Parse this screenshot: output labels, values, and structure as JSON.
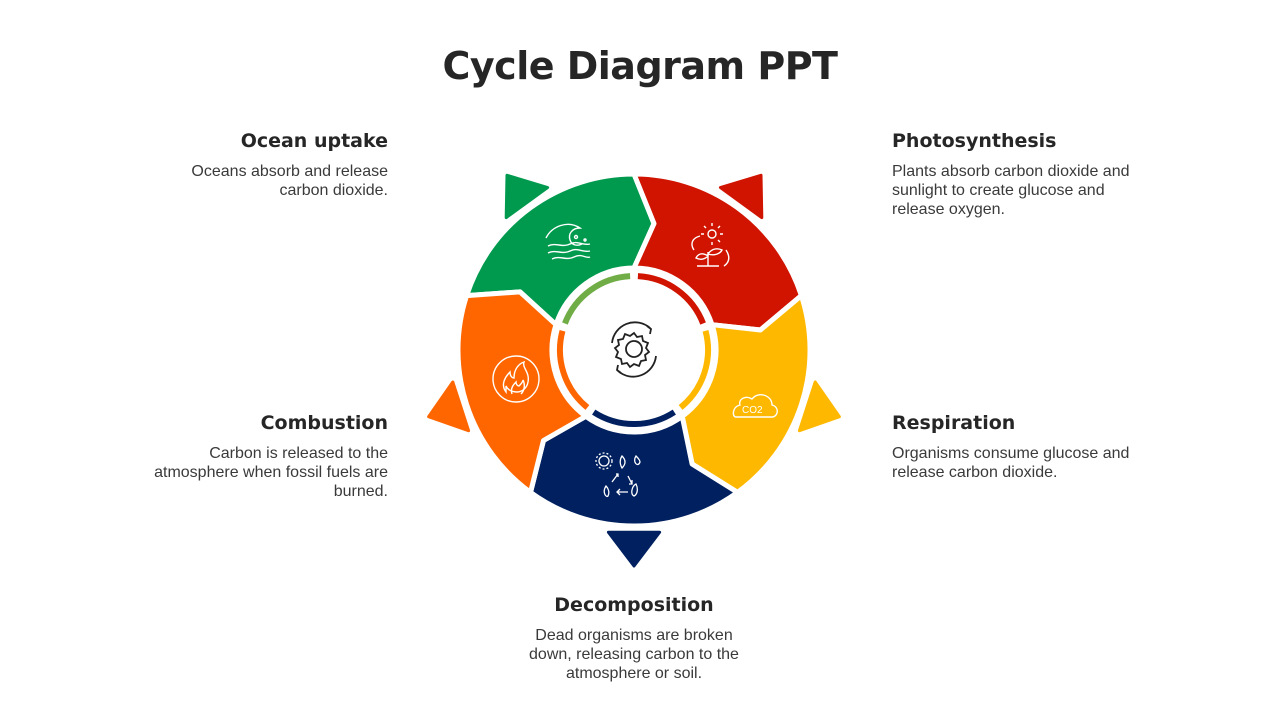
{
  "title": "Cycle Diagram PPT",
  "colors": {
    "ocean": "#009a4e",
    "photo": "#d01400",
    "resp": "#ffb800",
    "decomp": "#002060",
    "combust": "#ff6600",
    "ring_green": "#70ad47"
  },
  "stages": [
    {
      "key": "ocean",
      "heading": "Ocean uptake",
      "text": "Oceans absorb and release carbon dioxide.",
      "icon": "ocean-wave-icon",
      "color": "#009a4e",
      "ring": "#70ad47"
    },
    {
      "key": "photo",
      "heading": "Photosynthesis",
      "text": "Plants absorb carbon dioxide and sunlight to create glucose and release oxygen.",
      "icon": "plant-sun-icon",
      "color": "#d01400",
      "ring": "#d01400"
    },
    {
      "key": "resp",
      "heading": "Respiration",
      "text": "Organisms consume glucose and release carbon dioxide.",
      "icon": "co2-cloud-icon",
      "color": "#ffb800",
      "ring": "#ffb800"
    },
    {
      "key": "decomp",
      "heading": "Decomposition",
      "text": "Dead organisms are broken down, releasing carbon to the atmosphere or soil.",
      "icon": "recycle-leaves-icon",
      "color": "#002060",
      "ring": "#002060"
    },
    {
      "key": "combust",
      "heading": "Combustion",
      "text": "Carbon is released to the atmosphere when fossil fuels are burned.",
      "icon": "fire-icon",
      "color": "#ff6600",
      "ring": "#ff6600"
    }
  ],
  "center_icon": "gear-cycle-icon",
  "co2_label": "CO2"
}
